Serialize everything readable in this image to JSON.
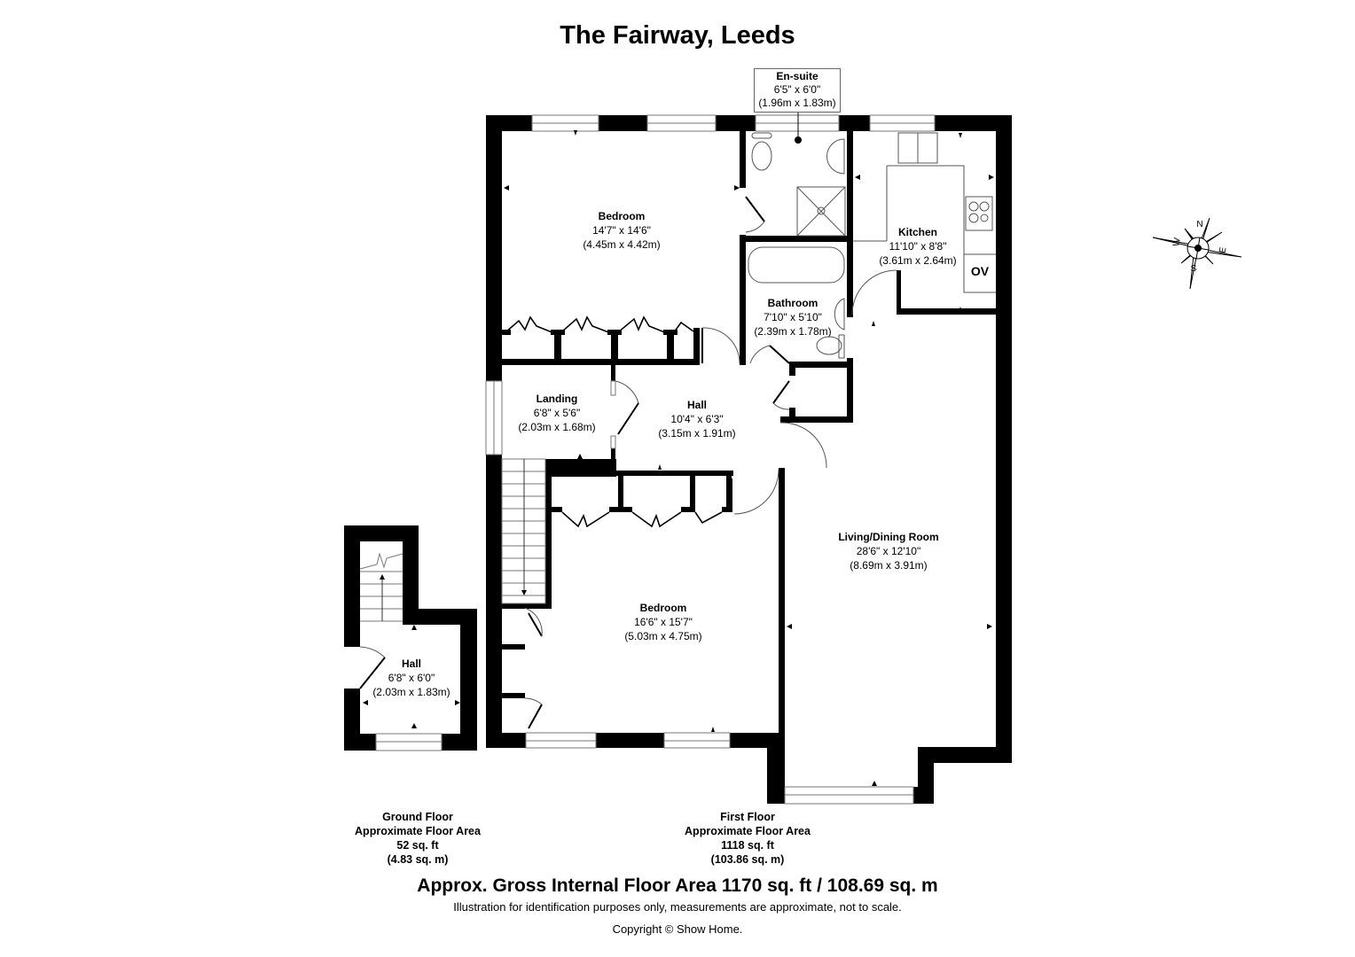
{
  "title": "The Fairway, Leeds",
  "rooms": {
    "ensuite": {
      "name": "En-suite",
      "imperial": "6'5\" x 6'0\"",
      "metric": "(1.96m x 1.83m)"
    },
    "bedroom1": {
      "name": "Bedroom",
      "imperial": "14'7\" x 14'6\"",
      "metric": "(4.45m x 4.42m)"
    },
    "kitchen": {
      "name": "Kitchen",
      "imperial": "11'10\" x 8'8\"",
      "metric": "(3.61m x 2.64m)",
      "appliance_label": "OV"
    },
    "bathroom": {
      "name": "Bathroom",
      "imperial": "7'10\" x 5'10\"",
      "metric": "(2.39m x 1.78m)"
    },
    "landing": {
      "name": "Landing",
      "imperial": "6'8\" x 5'6\"",
      "metric": "(2.03m x 1.68m)"
    },
    "hall_first": {
      "name": "Hall",
      "imperial": "10'4\" x 6'3\"",
      "metric": "(3.15m x 1.91m)"
    },
    "living": {
      "name": "Living/Dining Room",
      "imperial": "28'6\" x 12'10\"",
      "metric": "(8.69m x 3.91m)"
    },
    "bedroom2": {
      "name": "Bedroom",
      "imperial": "16'6\" x 15'7\"",
      "metric": "(5.03m x 4.75m)"
    },
    "hall_ground": {
      "name": "Hall",
      "imperial": "6'8\" x 6'0\"",
      "metric": "(2.03m x 1.83m)"
    }
  },
  "floors": {
    "ground": {
      "name": "Ground Floor",
      "label": "Approximate Floor Area",
      "sqft": "52 sq. ft",
      "sqm": "(4.83 sq. m)"
    },
    "first": {
      "name": "First Floor",
      "label": "Approximate Floor Area",
      "sqft": "1118 sq. ft",
      "sqm": "(103.86 sq. m)"
    }
  },
  "compass": {
    "icon": "compass-rose-icon",
    "labels": {
      "n": "N",
      "e": "E",
      "s": "S",
      "w": "W"
    }
  },
  "footer": {
    "gross_area": "Approx. Gross Internal Floor Area 1170 sq. ft / 108.69 sq. m",
    "disclaimer": "Illustration for identification purposes only, measurements are approximate, not to scale.",
    "copyright": "Copyright © Show Home."
  },
  "colors": {
    "wall": "#000000",
    "fixture_line": "#888888",
    "background": "#ffffff"
  }
}
